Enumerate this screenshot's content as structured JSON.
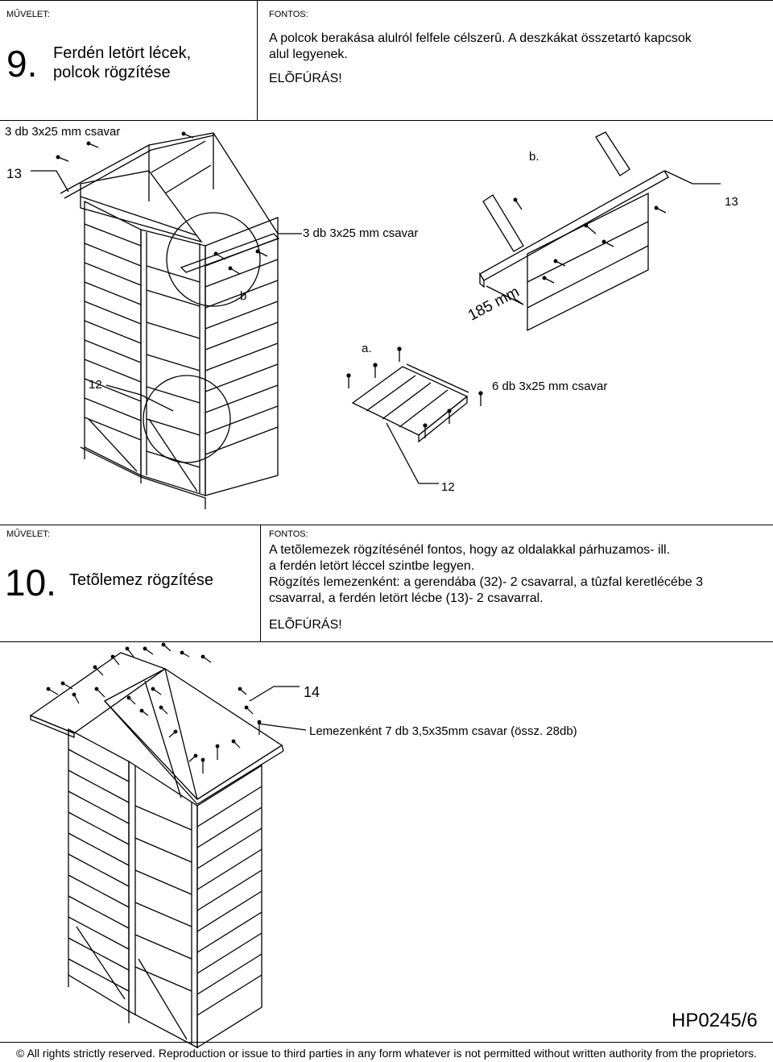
{
  "step9": {
    "operation_label": "MŰVELET:",
    "number": "9.",
    "title": "Ferdén letört lécek, polcok rögzítése",
    "important_label": "FONTOS:",
    "note_line1": "A polcok berakása alulról felfele célszerû. A deszkákat összetartó kapcsok",
    "note_line2": "alul legyenek.",
    "predrill": "ELÕFÚRÁS!",
    "callouts": {
      "screws_left": "3 db 3x25 mm csavar",
      "part_13_left": "13",
      "detail_b_label": "b.",
      "part_13_right": "13",
      "screws_mid": "3 db 3x25 mm csavar",
      "circle_b": "b",
      "detail_a_label": "a.",
      "dimension": "185 mm",
      "part_12_left": "12",
      "screws_a": "6 db 3x25 mm csavar",
      "part_12_bottom": "12"
    }
  },
  "step10": {
    "operation_label": "MŰVELET:",
    "number": "10.",
    "title": "Tetõlemez rögzítése",
    "important_label": "FONTOS:",
    "note_line1": "A tetõlemezek rögzítésénél fontos, hogy az oldalakkal párhuzamos- ill.",
    "note_line2": "a ferdén letört léccel szintbe legyen.",
    "note_line3": "Rögzítés lemezenként: a gerendába (32)- 2 csavarral, a tûzfal keretlécébe 3",
    "note_line4": "csavarral, a ferdén letört lécbe (13)- 2 csavarral.",
    "predrill": "ELÕFÚRÁS!",
    "callouts": {
      "part_14": "14",
      "screws_per_sheet": "Lemezenként 7 db 3,5x35mm csavar (össz. 28db)"
    }
  },
  "document_id": "HP0245/6",
  "footer": "© All rights strictly reserved. Reproduction or issue to third parties in any form whatever is not permitted without written authority from the proprietors."
}
